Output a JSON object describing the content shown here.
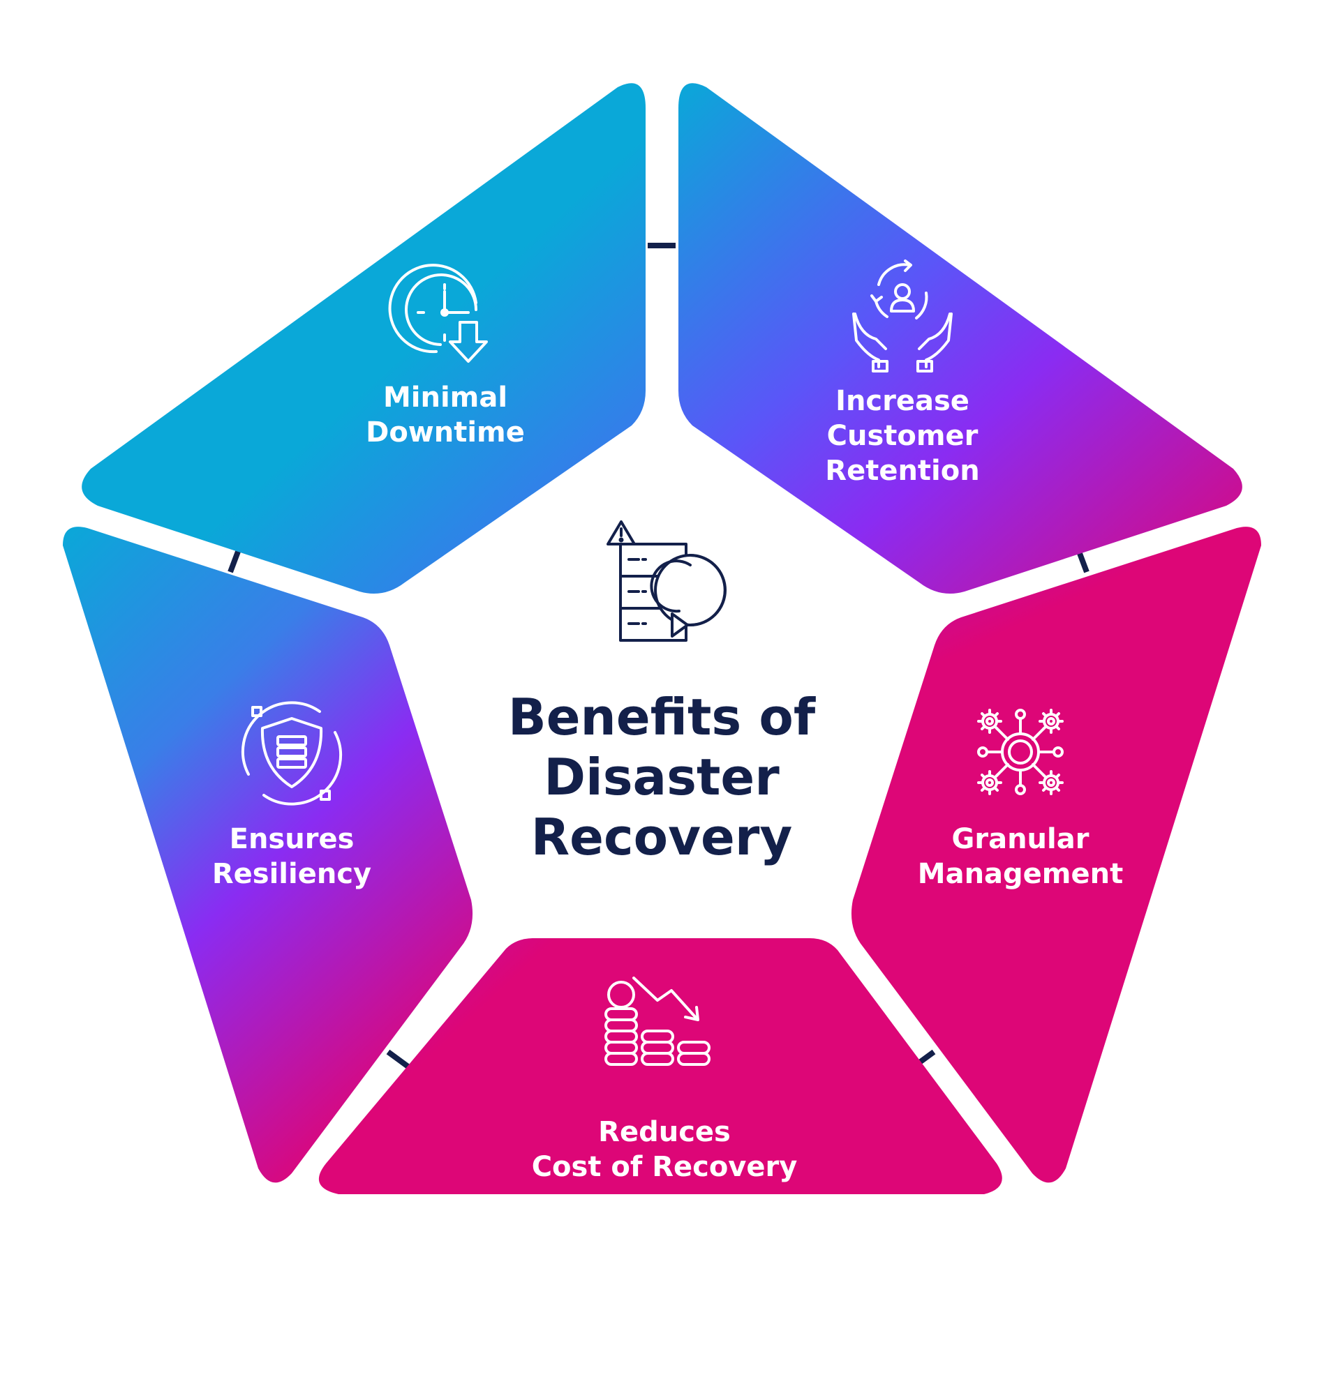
{
  "title": {
    "lines": [
      "Benefits of",
      "Disaster",
      "Recovery"
    ]
  },
  "colors": {
    "blue": "#0aa8d8",
    "mid_blue": "#3a7ee8",
    "purple": "#8a2cf2",
    "magenta": "#dd0677",
    "navy": "#13204a"
  },
  "segments": [
    {
      "id": "minimal-downtime",
      "icon": "clock-down-arrow-icon",
      "lines": [
        "Minimal",
        "Downtime"
      ]
    },
    {
      "id": "increase-customer-retention",
      "icon": "hands-customer-cycle-icon",
      "lines": [
        "Increase",
        "Customer",
        "Retention"
      ]
    },
    {
      "id": "granular-management",
      "icon": "gear-network-icon",
      "lines": [
        "Granular",
        "Management"
      ]
    },
    {
      "id": "reduces-cost-of-recovery",
      "icon": "coins-decline-icon",
      "lines": [
        "Reduces",
        "Cost of Recovery"
      ]
    },
    {
      "id": "ensures-resiliency",
      "icon": "shield-server-icon",
      "lines": [
        "Ensures",
        "Resiliency"
      ]
    }
  ],
  "center_icon": "server-warning-recovery-icon"
}
